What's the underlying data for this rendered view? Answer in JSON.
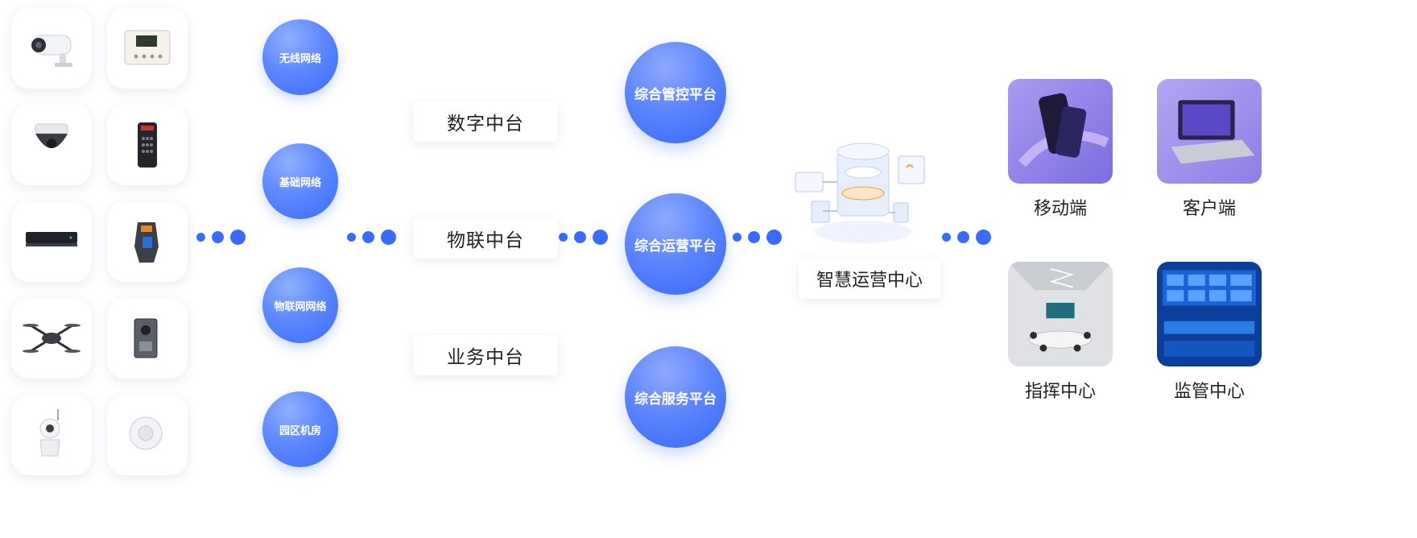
{
  "devices": [
    {
      "name": "bullet-camera"
    },
    {
      "name": "thermostat-panel"
    },
    {
      "name": "dome-camera"
    },
    {
      "name": "access-keypad"
    },
    {
      "name": "nvr-recorder"
    },
    {
      "name": "handheld-scanner"
    },
    {
      "name": "drone"
    },
    {
      "name": "door-intercom"
    },
    {
      "name": "wifi-camera"
    },
    {
      "name": "smoke-detector"
    }
  ],
  "networks": [
    "无线网络",
    "基础网络",
    "物联网网络",
    "园区机房"
  ],
  "middle_platforms": [
    "数字中台",
    "物联中台",
    "业务中台"
  ],
  "platforms": [
    "综合管控平台",
    "综合运营平台",
    "综合服务平台"
  ],
  "center": {
    "label": "智慧运营中心"
  },
  "terminals": [
    {
      "label": "移动端"
    },
    {
      "label": "客户端"
    },
    {
      "label": "指挥中心"
    },
    {
      "label": "监管中心"
    }
  ],
  "colors": {
    "accent": "#3a6cfb",
    "text": "#222222"
  }
}
